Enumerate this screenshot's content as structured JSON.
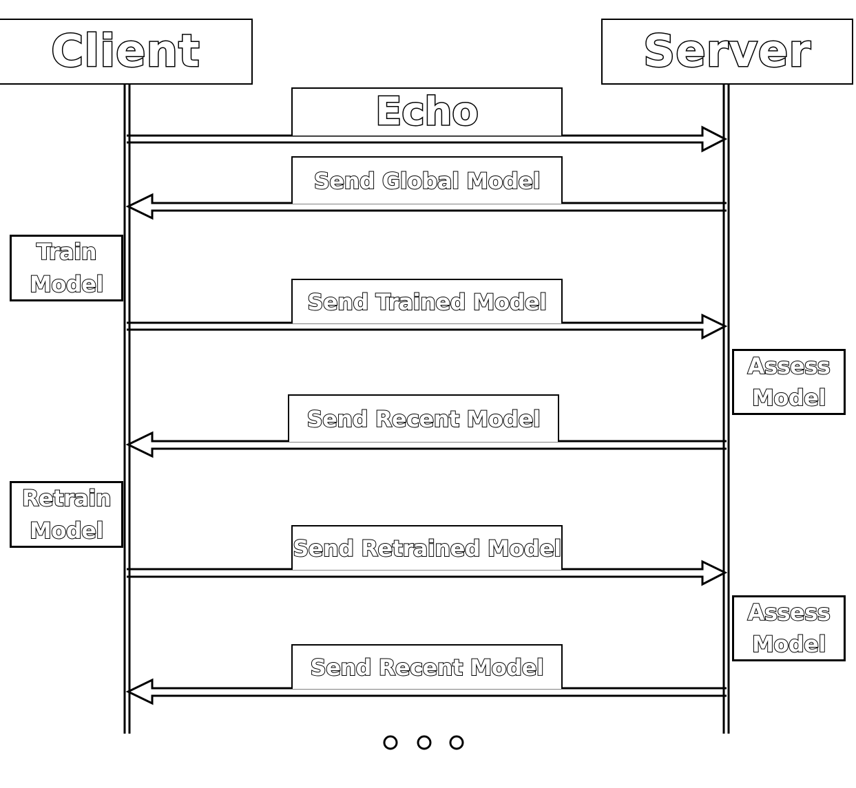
{
  "actors": {
    "client": "Client",
    "server": "Server"
  },
  "messages": [
    {
      "id": "echo",
      "label": "Echo",
      "direction": "to-server"
    },
    {
      "id": "send-global-model",
      "label": "Send Global Model",
      "direction": "to-client"
    },
    {
      "id": "send-trained-model",
      "label": "Send Trained Model",
      "direction": "to-server"
    },
    {
      "id": "send-recent-model-1",
      "label": "Send Recent Model",
      "direction": "to-client"
    },
    {
      "id": "send-retrained-model",
      "label": "Send Retrained Model",
      "direction": "to-server"
    },
    {
      "id": "send-recent-model-2",
      "label": "Send Recent Model",
      "direction": "to-client"
    }
  ],
  "client_actions": [
    {
      "line1": "Train",
      "line2": "Model"
    },
    {
      "line1": "Retrain",
      "line2": "Model"
    }
  ],
  "server_actions": [
    {
      "line1": "Assess",
      "line2": "Model"
    },
    {
      "line1": "Assess",
      "line2": "Model"
    }
  ],
  "continuation": "ellipsis-dots"
}
